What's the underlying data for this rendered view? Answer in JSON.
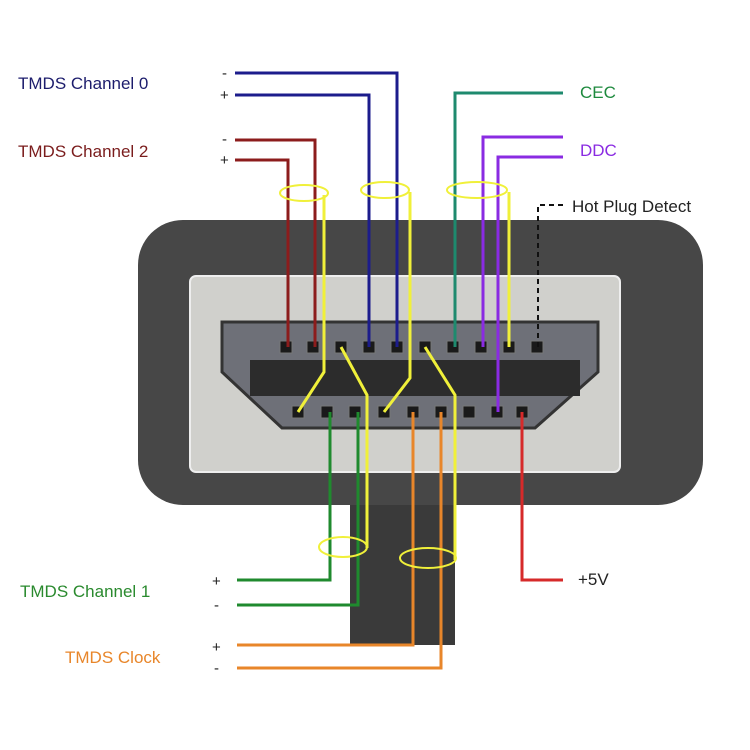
{
  "labels": {
    "tmds0": "TMDS Channel 0",
    "tmds2": "TMDS Channel 2",
    "tmds1": "TMDS Channel 1",
    "clock": "TMDS Clock",
    "cec": "CEC",
    "ddc": "DDC",
    "hpd": "Hot Plug Detect",
    "v5": "+5V"
  },
  "signs": {
    "minus": "-",
    "plus": "+"
  },
  "colors": {
    "tmds0": "#1c1c8c",
    "tmds2": "#8c1c1c",
    "tmds1": "#1f8a2e",
    "clock": "#e8862a",
    "cec": "#1e8a6e",
    "ddc": "#8a2be2",
    "shield": "#f0f03a",
    "v5": "#d62a2a"
  }
}
